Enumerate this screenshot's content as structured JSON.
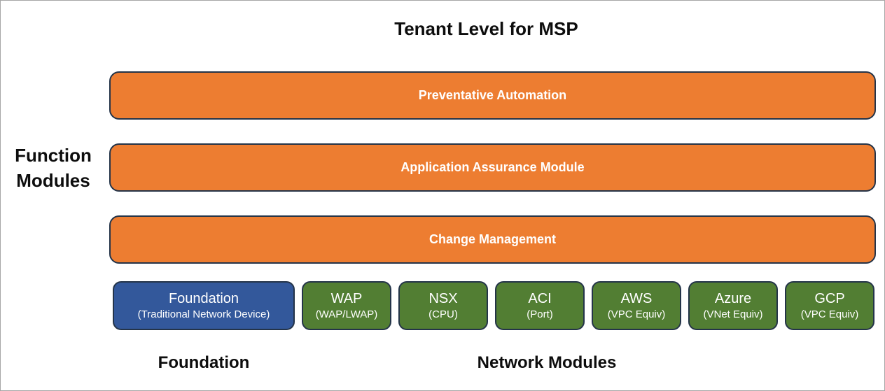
{
  "title": "Tenant Level for MSP",
  "side_label": "Function Modules",
  "function_modules": [
    {
      "label": "Preventative Automation"
    },
    {
      "label": "Application Assurance Module"
    },
    {
      "label": "Change Management"
    }
  ],
  "foundation_module": {
    "name": "Foundation",
    "sub": "(Traditional Network Device)"
  },
  "network_modules": [
    {
      "name": "WAP",
      "sub": "(WAP/LWAP)"
    },
    {
      "name": "NSX",
      "sub": "(CPU)"
    },
    {
      "name": "ACI",
      "sub": "(Port)"
    },
    {
      "name": "AWS",
      "sub": "(VPC Equiv)"
    },
    {
      "name": "Azure",
      "sub": "(VNet Equiv)"
    },
    {
      "name": "GCP",
      "sub": "(VPC Equiv)"
    }
  ],
  "group_labels": {
    "foundation": "Foundation",
    "network": "Network Modules"
  },
  "colors": {
    "function_module_fill": "#ED7D31",
    "foundation_fill": "#33589B",
    "network_fill": "#527E33",
    "box_border": "#243449",
    "text_on_box": "#FFFFFF",
    "heading_text": "#0D0D0D"
  }
}
